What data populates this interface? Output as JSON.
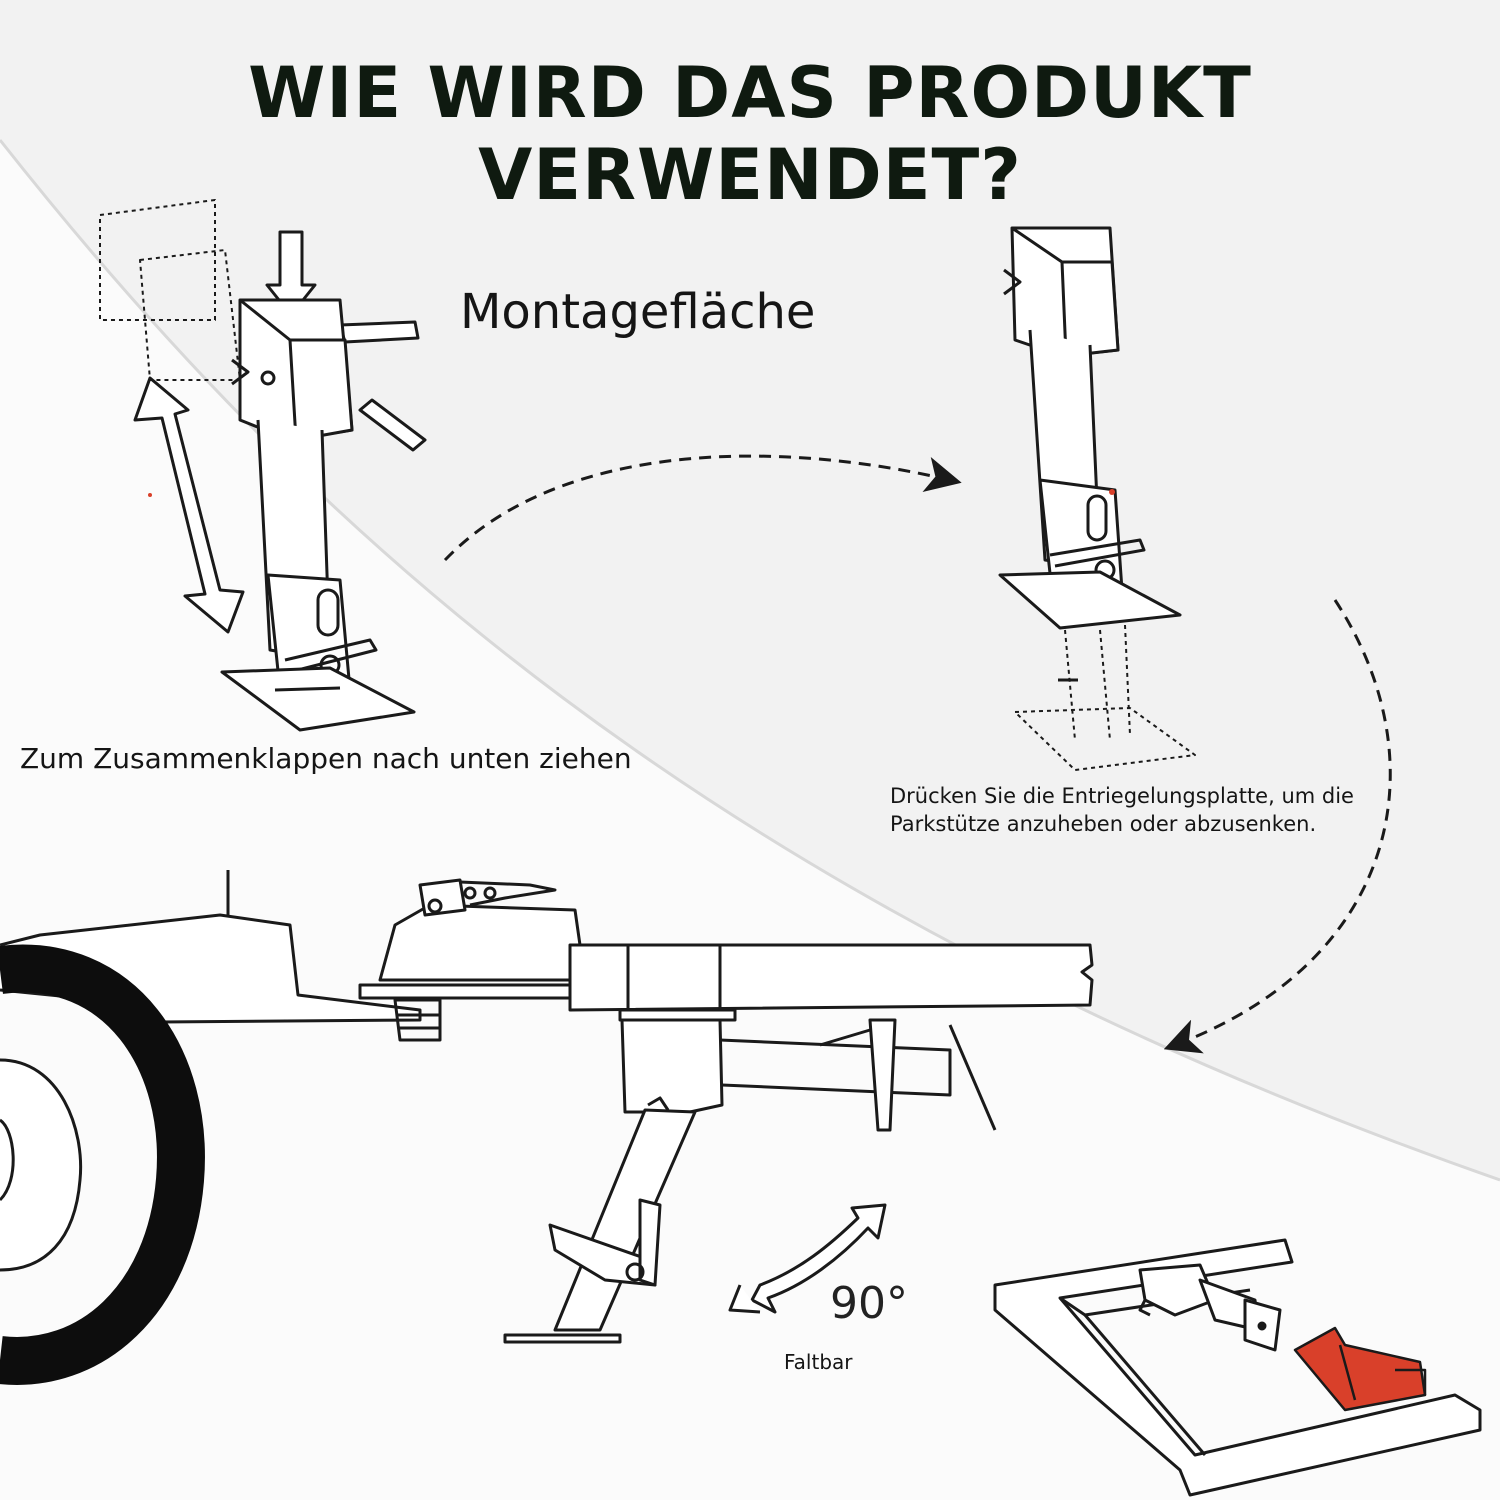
{
  "title": "WIE WIRD DAS PRODUKT VERWENDET?",
  "labels": {
    "mounting_surface": "Montagefläche",
    "fold_instruction": "Zum Zusammenklappen nach unten ziehen",
    "release_instruction": "Drücken Sie die Entriegelungsplatte, um die Parkstütze anzuheben oder abzusenken.",
    "angle": "90°",
    "foldable": "Faltbar"
  },
  "colors": {
    "background": "#f2f2f2",
    "curve_panel": "#ffffff",
    "line_art": "#1a1a1a",
    "accent_red": "#d9402a",
    "tire": "#0d0d0d"
  },
  "icons": [
    "down-arrow-icon",
    "double-arrow-icon",
    "curved-dashed-arrow-icon",
    "angle-arc-arrow-icon"
  ]
}
